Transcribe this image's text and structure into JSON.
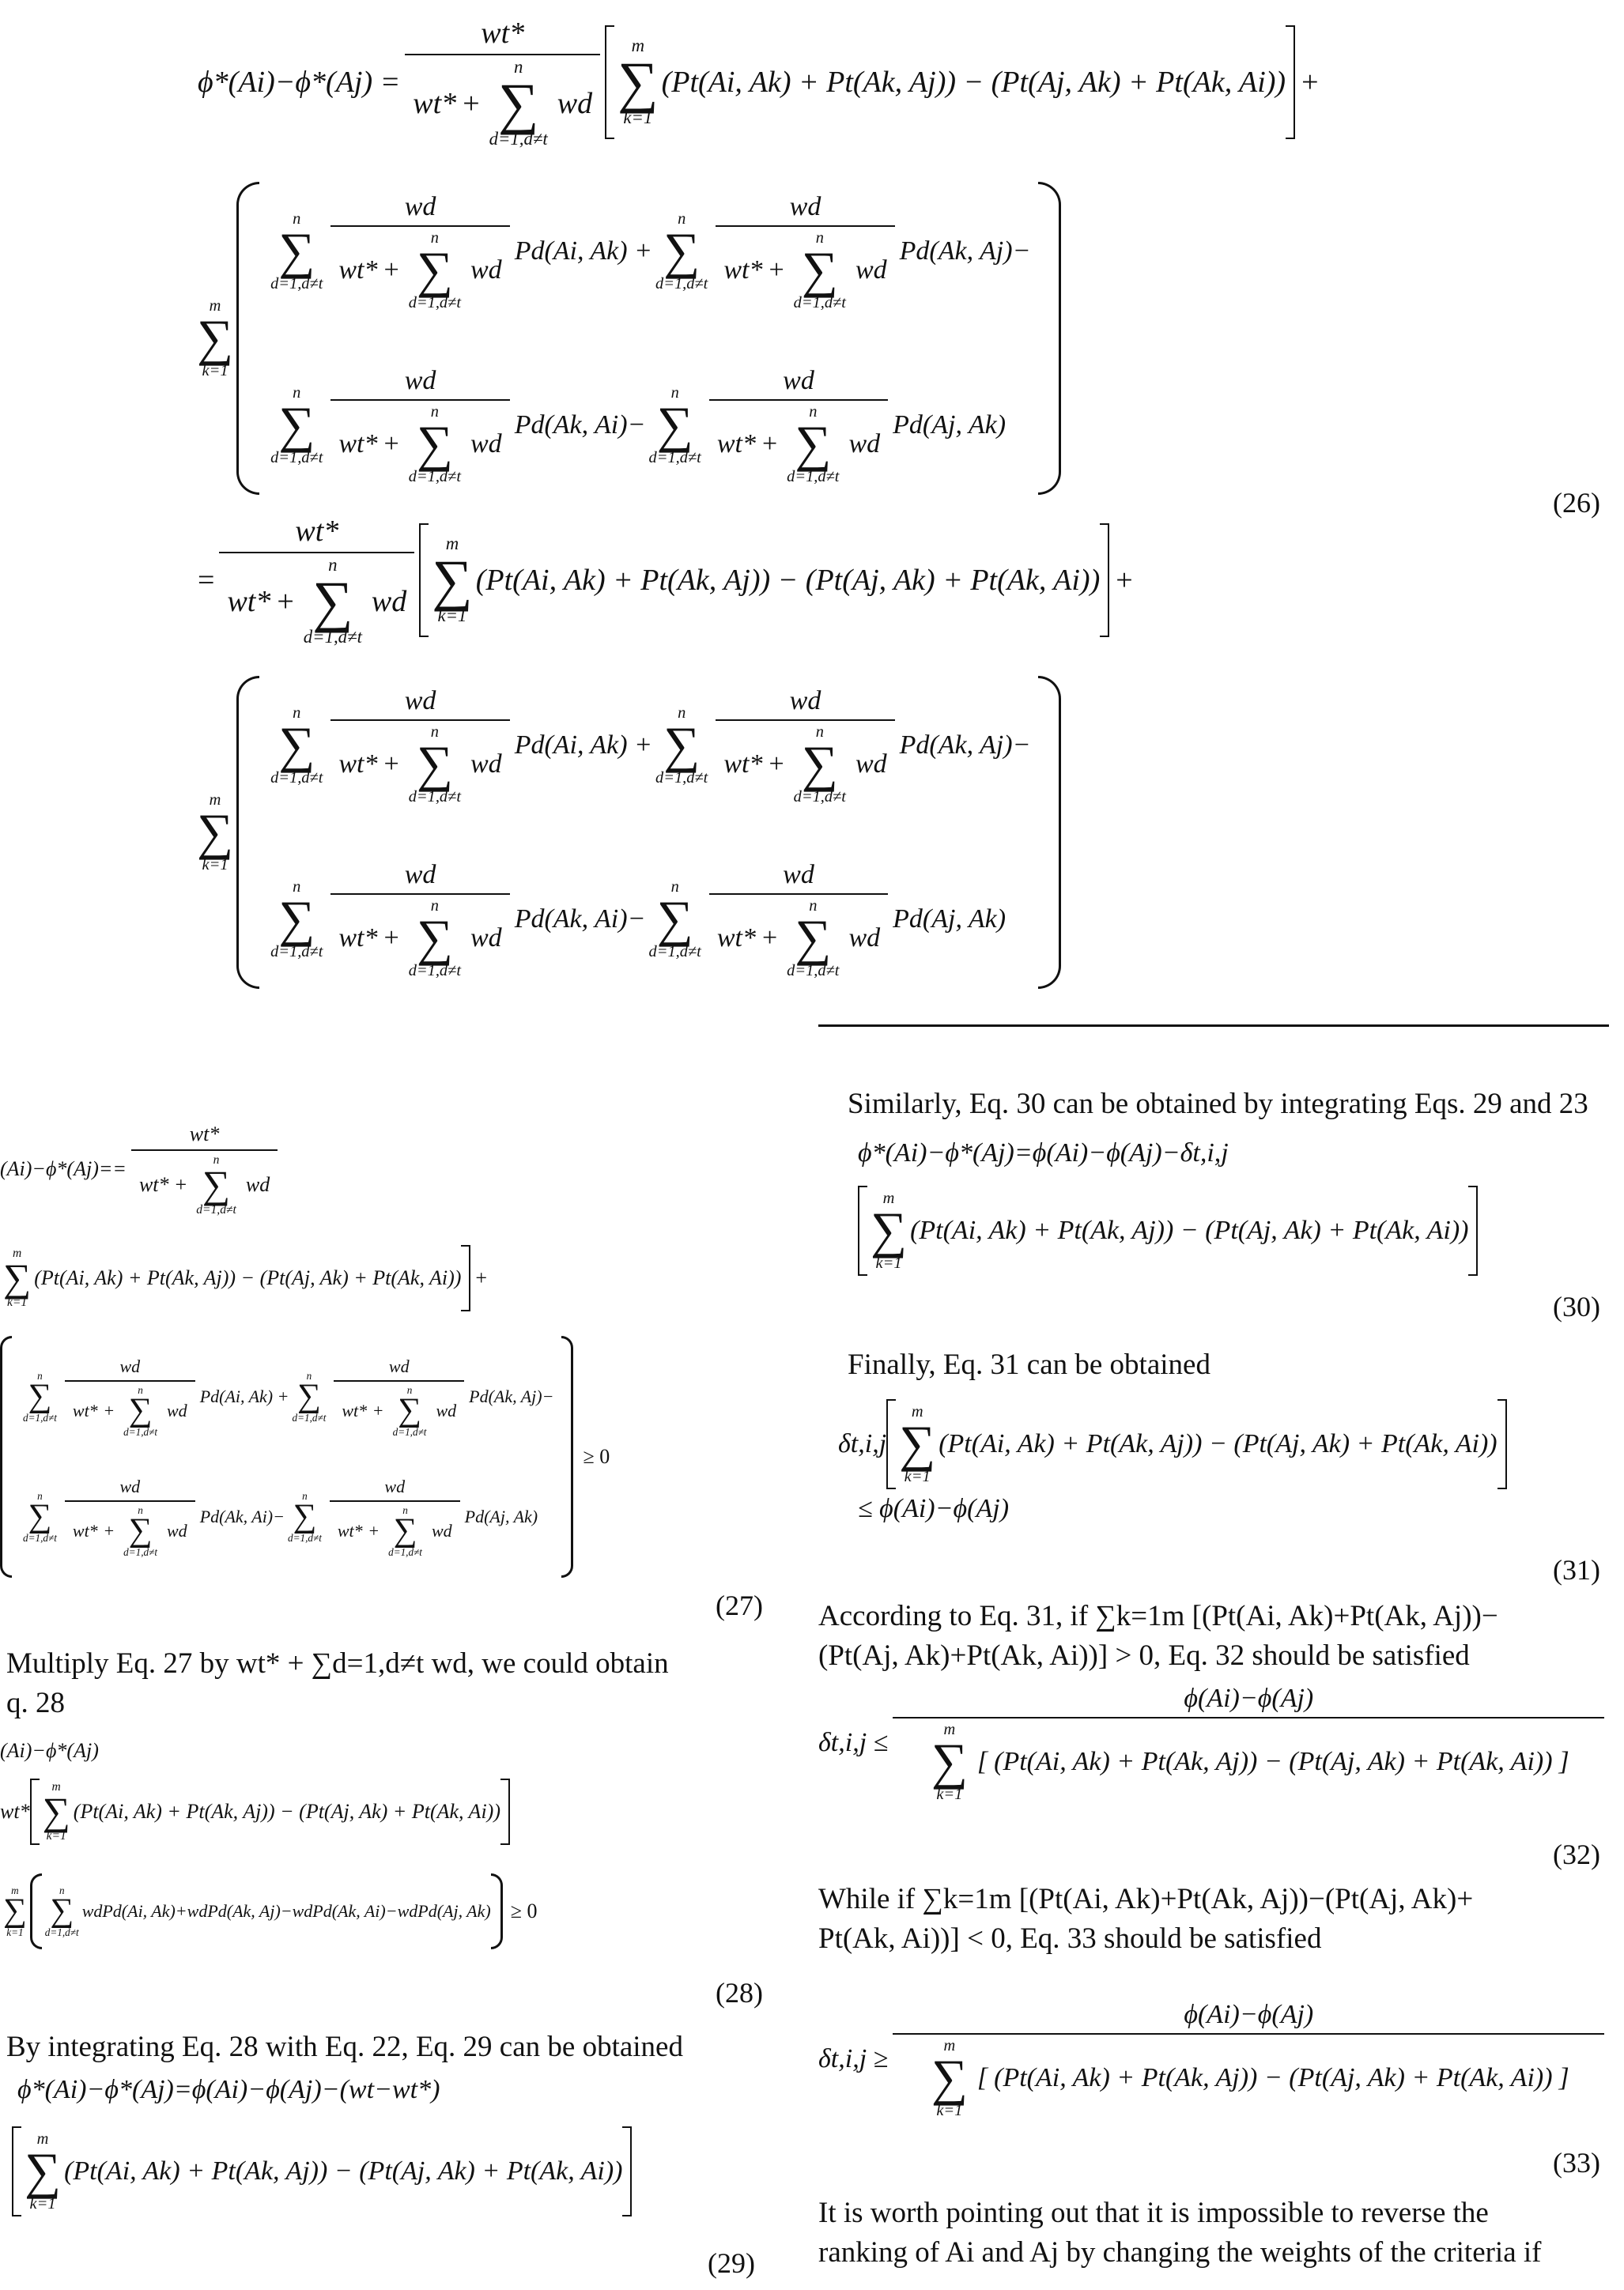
{
  "equations": {
    "eq26": {
      "number": "(26)",
      "lhs": "ϕ*(Ai)−ϕ*(Aj) =",
      "equals": "="
    },
    "eq27": {
      "number": "(27)",
      "lhs": "(Ai)−ϕ*(Aj)==",
      "rel": "≥ 0"
    },
    "eq28": {
      "number": "(28)",
      "lhs": "(Ai)−ϕ*(Aj)",
      "rel": "≥ 0",
      "inner": "wdPd(Ai, Ak)+wdPd(Ak, Aj)−wdPd(Ak, Ai)−wdPd(Aj, Ak)"
    },
    "eq29": {
      "number": "(29)",
      "lhs": "ϕ*(Ai)−ϕ*(Aj)=ϕ(Ai)−ϕ(Aj)−(wt−wt*)"
    },
    "eq30": {
      "number": "(30)",
      "lhs": "ϕ*(Ai)−ϕ*(Aj)=ϕ(Ai)−ϕ(Aj)−δt,i,j"
    },
    "eq31": {
      "number": "(31)",
      "lhs": "δt,i,j",
      "rhs": "≤ ϕ(Ai)−ϕ(Aj)"
    },
    "eq32": {
      "number": "(32)",
      "lhs": "δt,i,j ≤",
      "numerator": "ϕ(Ai)−ϕ(Aj)"
    },
    "eq33": {
      "number": "(33)",
      "lhs": "δt,i,j ≥",
      "numerator": "ϕ(Ai)−ϕ(Aj)"
    }
  },
  "common": {
    "bracket_sum": "(Pt(Ai, Ak) + Pt(Ak, Aj)) − (Pt(Aj, Ak) + Pt(Ak, Ai))",
    "wt_star": "wt*",
    "wd": "wd",
    "sum_top_m": "m",
    "sum_top_n": "n",
    "sum_bot_k": "k=1",
    "sum_bot_d": "d=1,d≠t",
    "pd_ik": "Pd(Ai, Ak) +",
    "pd_kj": "Pd(Ak, Aj)−",
    "pd_ki": "Pd(Ak, Ai)−",
    "pd_jk": "Pd(Aj, Ak)",
    "plus": "+"
  },
  "text": {
    "p_multiply": "Multiply Eq. 27 by wt* + ∑d=1,d≠t wd, we could obtain",
    "p_multiply_2": "q. 28",
    "p_integrating": "By integrating Eq. 28 with Eq. 22, Eq. 29 can be obtained",
    "p_similarly": "Similarly, Eq. 30 can be obtained by integrating Eqs. 29 and 23",
    "p_finally": "Finally, Eq. 31 can be obtained",
    "p_according": "According to Eq. 31, if ∑k=1m [(Pt(Ai, Ak)+Pt(Ak, Aj))−",
    "p_according_2": "(Pt(Aj, Ak)+Pt(Ak, Ai))] > 0, Eq. 32 should be satisfied",
    "p_while": "While if ∑k=1m [(Pt(Ai, Ak)+Pt(Ak, Aj))−(Pt(Aj, Ak)+",
    "p_while_2": "Pt(Ak, Ai))] < 0, Eq. 33 should be satisfied",
    "p_worth": "It is worth pointing out that it is impossible to reverse the",
    "p_worth_2": "ranking of Ai and Aj by changing the weights of the criteria if"
  }
}
